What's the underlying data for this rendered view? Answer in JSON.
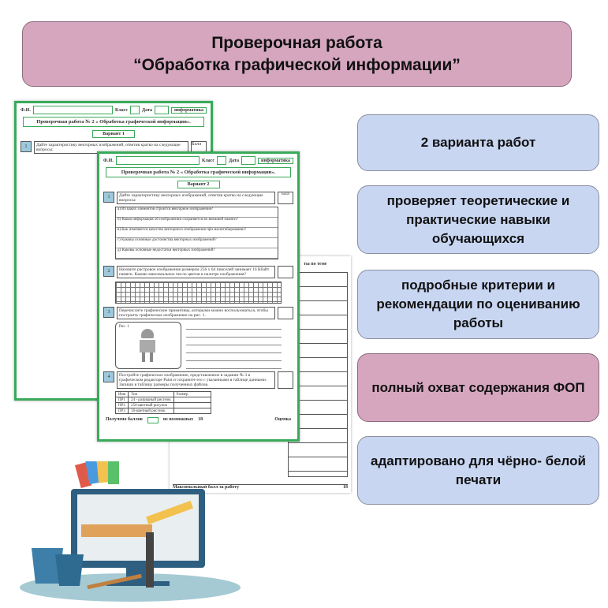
{
  "banner": {
    "line1": "Проверочная  работа",
    "line2": "“Обработка графической информации”"
  },
  "features": [
    {
      "text": "2 варианта работ",
      "color": "#c8d6f2"
    },
    {
      "text": "проверяет теоретические и практические навыки обучающихся",
      "color": "#c8d6f2"
    },
    {
      "text": "подробные критерии и рекомендации по оцениванию работы",
      "color": "#c8d6f2"
    },
    {
      "text": "полный охват содержания ФОП",
      "color": "#d6a6bf"
    },
    {
      "text": "адаптировано для чёрно- белой печати",
      "color": "#c8d6f2"
    }
  ],
  "doc": {
    "fio": "Ф.И.",
    "klass": "Класс",
    "date": "Дата",
    "subject": "информатика",
    "title": "Проверочная работа № 2 « Обработка графической информации».",
    "variant1": "Вариант 1",
    "variant2": "Вариант 2",
    "ball": "Балл",
    "q1": "Дайте характеристику векторных изображений, ответив кратко на следующие вопросы:",
    "q1a": [
      "а) Из каких элементов строится векторное изображение?",
      "б) Какая информация об изображении сохраняется во внешней памяти?",
      "в) Как изменяется качество векторного изображения при масштабировании?",
      "г) Каковы основные достоинства векторных изображений?",
      "д) Каковы основные недостатки векторных изображений?"
    ],
    "q2": "Назовите растровое изображение размером 256 х 64 пикселей занимает 16 Кбайт памяти. Каково максимальное число цветов в палитре изображения?",
    "q3": "Перечислите графические примитивы, которыми можно воспользоваться, чтобы построить графическое изображение на рис. 1.",
    "fig": "Рис. 1",
    "q4": "Постройте графическое изображение, представленное в задании № 3 в графическом редакторе Paint и сохраните его с указанными в таблице данными. Запиши в таблицу размеры полученных файлов.",
    "table_head": [
      "Имя",
      "Тип",
      "Размер"
    ],
    "table_rows": [
      [
        "ПР1",
        "24 - разрядный рисунок",
        ""
      ],
      [
        "ПР2",
        "256-цветный рисунок",
        ""
      ],
      [
        "ПР3",
        "16-цветный рисунок",
        ""
      ]
    ],
    "footer_points": "Получено баллов",
    "footer_of": "из возможных",
    "footer_max": "18",
    "footer_grade": "Оценка",
    "criteria_title": "ты по теме",
    "criteria_footer": "Максимальный балл за работу",
    "criteria_max": "18"
  }
}
